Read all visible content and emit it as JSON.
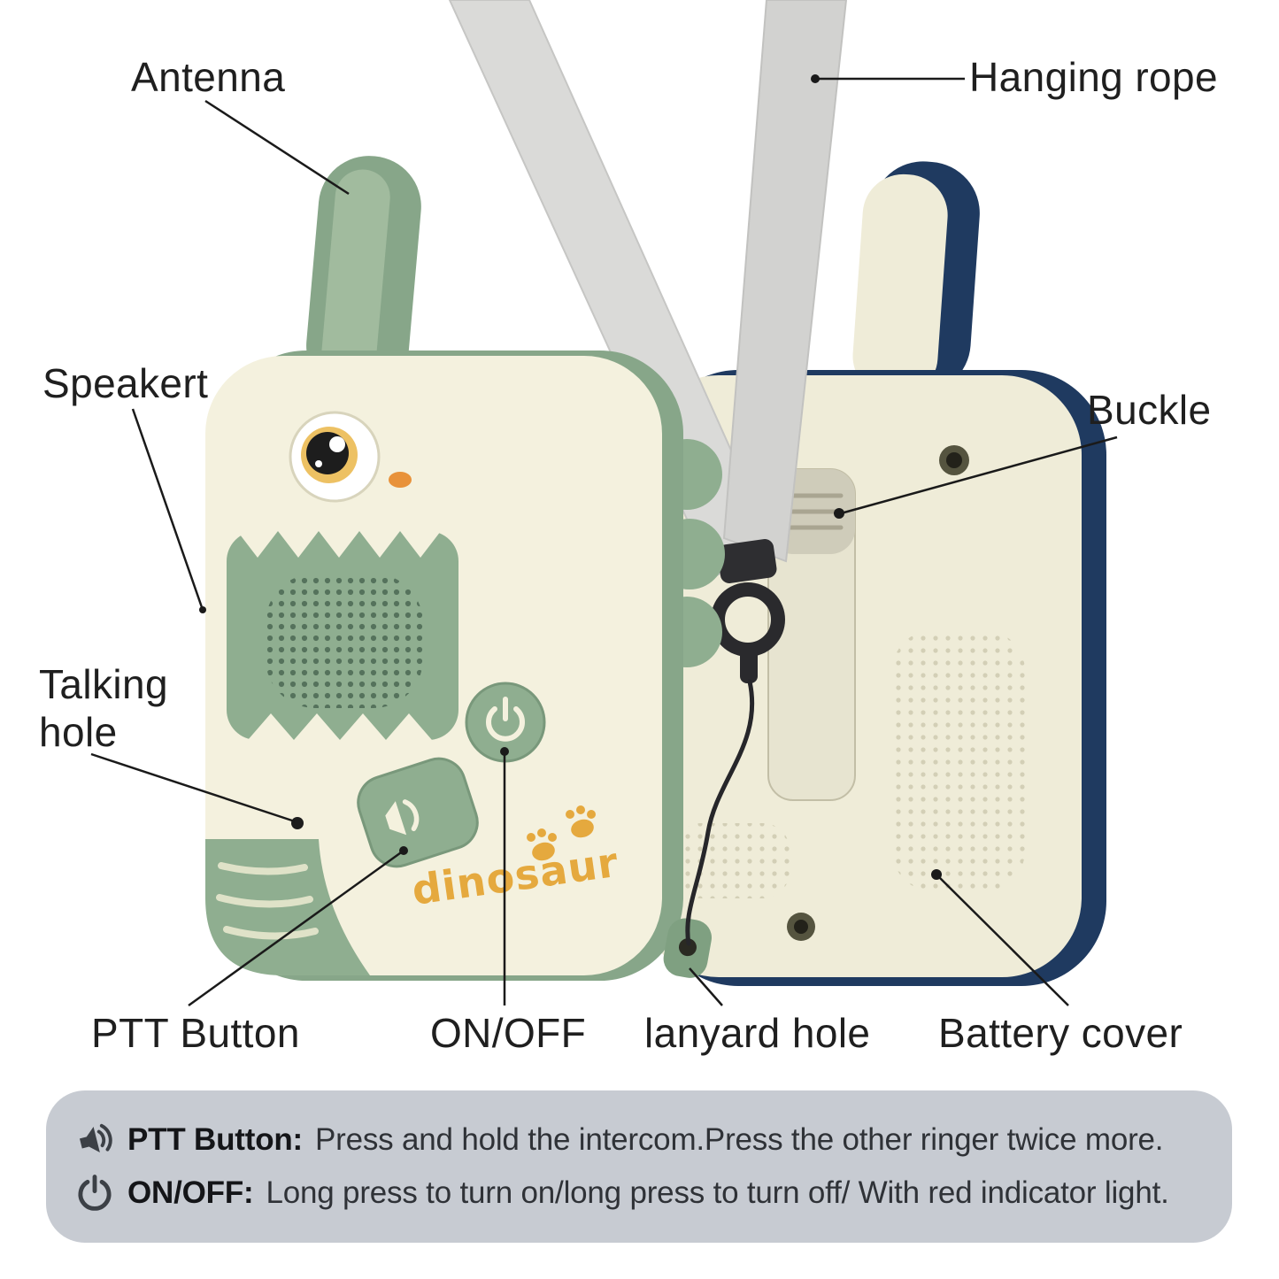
{
  "labels": {
    "antenna": "Antenna",
    "hanging_rope": "Hanging rope",
    "speaker": "Speakert",
    "talking_hole": "Talking hole",
    "buckle": "Buckle",
    "ptt_button": "PTT Button",
    "on_off": "ON/OFF",
    "lanyard_hole": "lanyard hole",
    "battery_cover": "Battery cover"
  },
  "product": {
    "brand_text": "dinosaur"
  },
  "instructions": [
    {
      "icon": "ptt-speaker-icon",
      "title": "PTT Button:",
      "text": "Press and hold the intercom.Press the other ringer twice more."
    },
    {
      "icon": "power-icon",
      "title": "ON/OFF:",
      "text": "Long press to turn on/long press to turn off/ With red indicator light."
    }
  ],
  "colors": {
    "front_green": "#8fae90",
    "front_shell_green": "#87a689",
    "cream": "#f4f1de",
    "back_cream": "#efecd8",
    "navy": "#1f3a60",
    "strap_gray": "#d9d9d7",
    "brand_orange": "#e5a93e",
    "info_box_bg": "#c7cbd2",
    "label_text": "#1f1f1f"
  }
}
